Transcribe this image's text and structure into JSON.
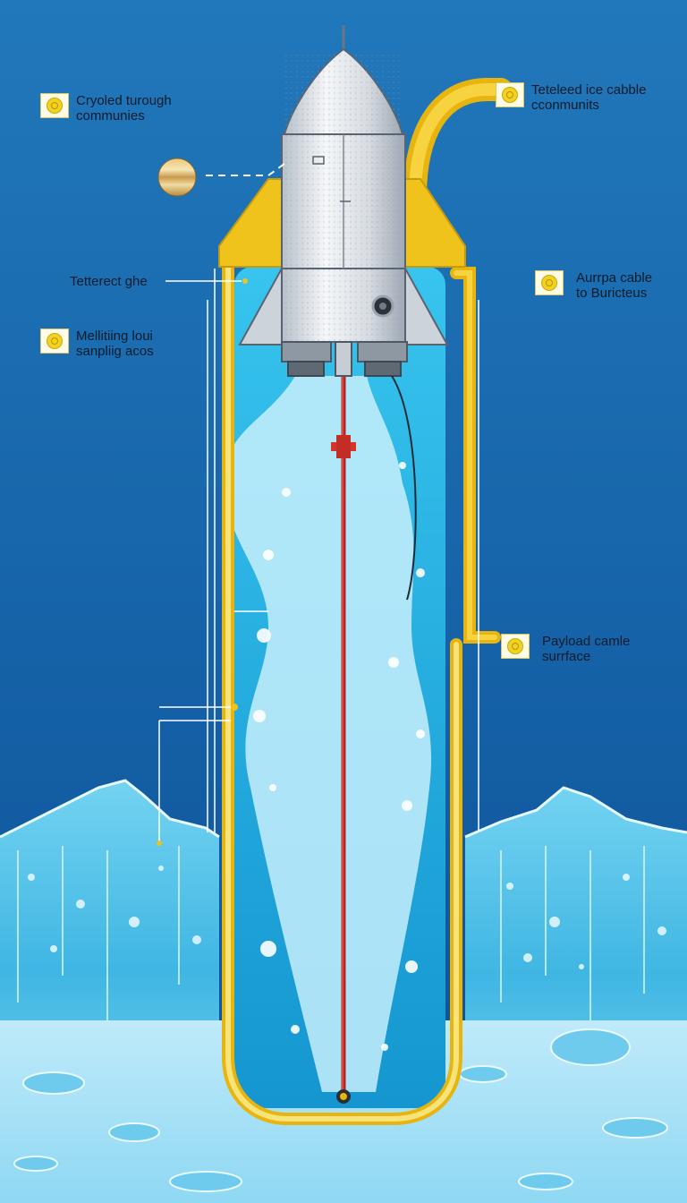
{
  "diagram": {
    "colors": {
      "sky_top": "#1f6fb4",
      "sky_bottom": "#0b4d96",
      "shaft_water": "#2bb0e0",
      "ice": "#4fc3ea",
      "ice_light": "#bfeefb",
      "cable_yellow": "#f2c21b",
      "probe_body": "#d8dde3",
      "drill_rod": "#d6332a"
    },
    "icons": {
      "callout_marker": "yellow-coin-icon",
      "planet": "jupiter-icon",
      "vehicle": "rocket-probe-icon"
    }
  },
  "callouts": [
    {
      "id": "cryobot",
      "lines": [
        "Cryoled turough",
        "communies"
      ]
    },
    {
      "id": "tethered-cable",
      "lines": [
        "Teteleed ice cabble",
        "cconmunits"
      ]
    },
    {
      "id": "tethered-ghe",
      "lines": [
        "Tetterect ghe"
      ]
    },
    {
      "id": "aurpa-cable",
      "lines": [
        "Aurrpa cable",
        "to Buricteus"
      ]
    },
    {
      "id": "melting",
      "lines": [
        "Mellitiing loui",
        "sanpliig acos"
      ]
    },
    {
      "id": "payload",
      "lines": [
        "Payload camle",
        "surrface"
      ]
    }
  ]
}
